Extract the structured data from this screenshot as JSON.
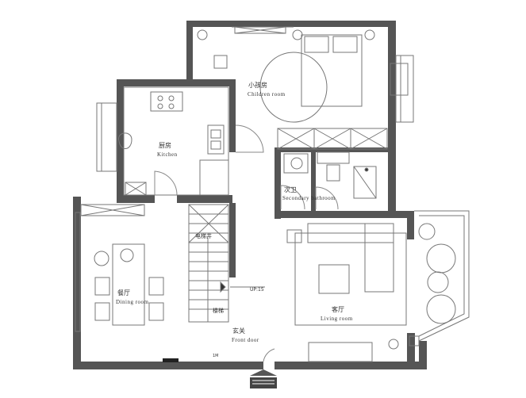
{
  "rooms": {
    "children_room": {
      "zh": "小孩房",
      "en": "Children room"
    },
    "kitchen": {
      "zh": "厨房",
      "en": "Kitchen"
    },
    "secondary_bathroom": {
      "zh": "次卫",
      "en": "Secondary bathroom"
    },
    "electric_ladder": {
      "zh": "电梯井"
    },
    "dining_room": {
      "zh": "餐厅",
      "en": "Dining room"
    },
    "living_room": {
      "zh": "客厅",
      "en": "Living room"
    },
    "front_door": {
      "zh": "玄关",
      "en": "Front door"
    },
    "stair_bottom": {
      "zh": "楼梯"
    }
  },
  "stairs_marker": "UP:15",
  "small_marks": {
    "door_mark": "1M"
  },
  "colors": {
    "wall": "#555555",
    "line": "#666666",
    "fill_light": "#f4f4f4"
  }
}
